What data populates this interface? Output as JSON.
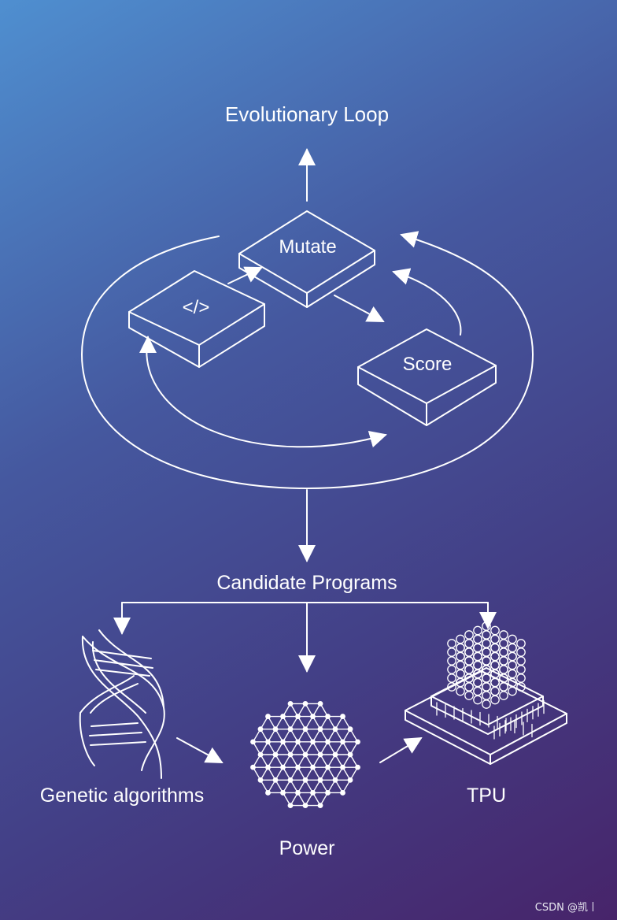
{
  "title": "Evolutionary Loop",
  "loop_boxes": {
    "mutate": "Mutate",
    "code": "</>",
    "score": "Score"
  },
  "candidates_label": "Candidate Programs",
  "outputs": {
    "genetic": "Genetic algorithms",
    "power": "Power",
    "tpu": "TPU"
  },
  "watermark": "CSDN @凯丨",
  "colors": {
    "gradient_start": "#4f8fd0",
    "gradient_end": "#47246a",
    "line": "#ffffff"
  }
}
